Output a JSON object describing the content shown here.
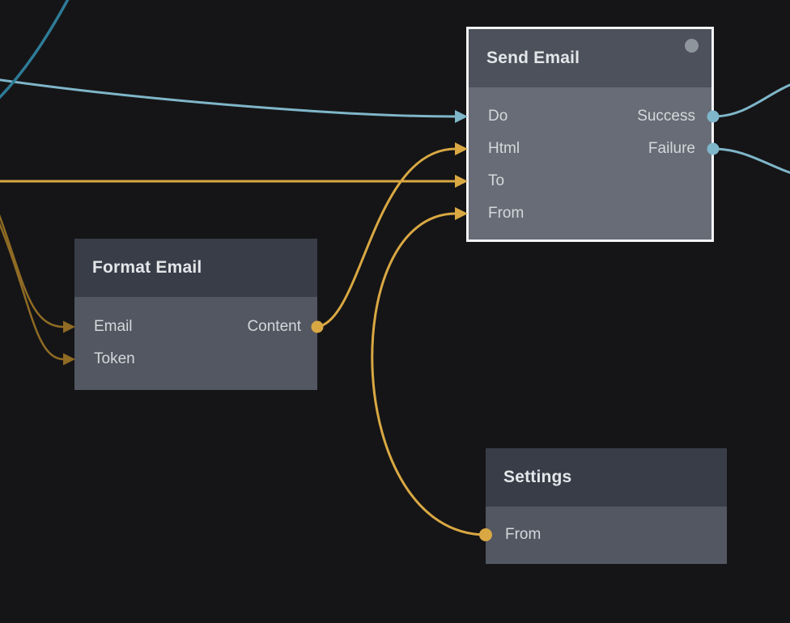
{
  "colors": {
    "background": "#151517",
    "selection_border": "#f2f3f5",
    "wire_blue": "#7fb6c9",
    "wire_teal_dark": "#2e7b97",
    "wire_gold": "#d9a843",
    "wire_gold_dim": "#8f6b24",
    "node_header": "#383d47",
    "node_body": "#525761",
    "node_header_selected": "#4c515b",
    "node_body_selected": "#676c76",
    "status_dot": "#8f959d"
  },
  "nodes": {
    "send_email": {
      "title": "Send Email",
      "selected": true,
      "rows": [
        {
          "left": "Do",
          "right": "Success"
        },
        {
          "left": "Html",
          "right": "Failure"
        },
        {
          "left": "To"
        },
        {
          "left": "From"
        }
      ]
    },
    "format_email": {
      "title": "Format Email",
      "selected": false,
      "rows": [
        {
          "left": "Email",
          "right": "Content"
        },
        {
          "left": "Token"
        }
      ]
    },
    "settings": {
      "title": "Settings",
      "selected": false,
      "rows": [
        {
          "left": "From"
        }
      ]
    }
  },
  "connections": [
    {
      "from": "off-canvas-left",
      "to": "send_email.Do",
      "color": "#7fb6c9"
    },
    {
      "from": "off-canvas-top",
      "to": "off-canvas-left",
      "color": "#2e7b97"
    },
    {
      "from": "off-canvas-left",
      "to": "send_email.To",
      "color": "#d9a843"
    },
    {
      "from": "off-canvas-left",
      "to": "format_email.Email",
      "color": "#8f6b24"
    },
    {
      "from": "off-canvas-left",
      "to": "format_email.Token",
      "color": "#8f6b24"
    },
    {
      "from": "format_email.Content",
      "to": "send_email.Html",
      "color": "#d9a843"
    },
    {
      "from": "settings.From",
      "to": "send_email.From",
      "color": "#d9a843"
    },
    {
      "from": "send_email.Success",
      "to": "off-canvas-right",
      "color": "#7fb6c9"
    },
    {
      "from": "send_email.Failure",
      "to": "off-canvas-right",
      "color": "#7fb6c9"
    }
  ]
}
